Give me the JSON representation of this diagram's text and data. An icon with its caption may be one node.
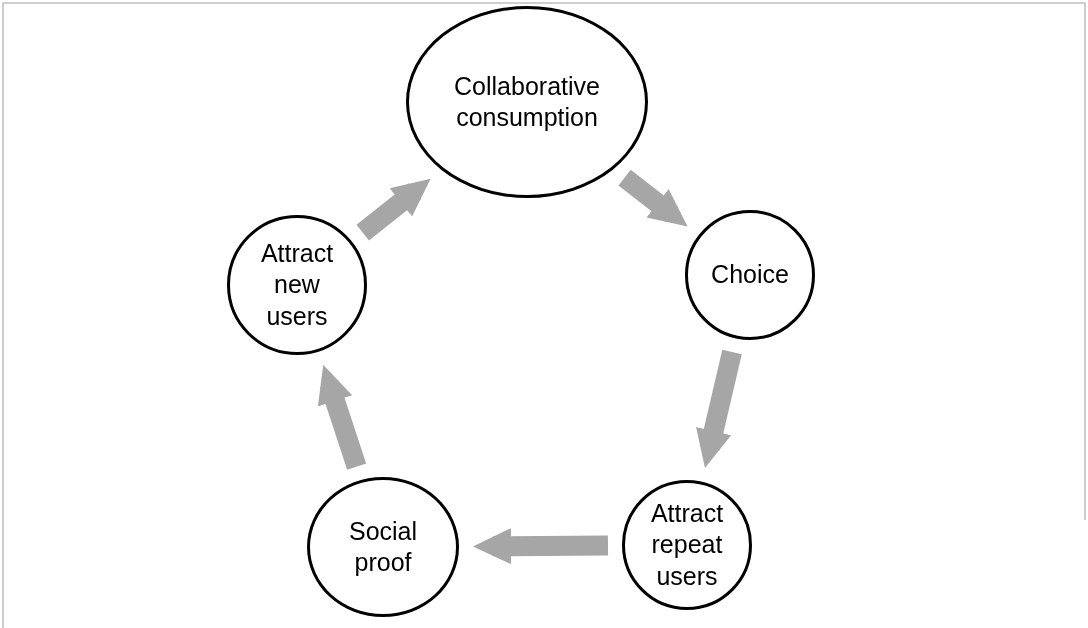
{
  "diagram": {
    "nodes": [
      {
        "text": [
          "Collaborative consumption"
        ]
      },
      {
        "text": [
          "Choice"
        ]
      },
      {
        "text": [
          "Attract repeat users"
        ]
      },
      {
        "text": [
          "Social proof"
        ]
      },
      {
        "text": [
          "Attract new users"
        ]
      }
    ],
    "edges": [
      {
        "from": 0,
        "to": 1,
        "arrow": "to"
      },
      {
        "from": 1,
        "to": 2,
        "arrow": "to"
      },
      {
        "from": 2,
        "to": 3,
        "arrow": "to"
      },
      {
        "from": 3,
        "to": 4,
        "arrow": "to"
      },
      {
        "from": 4,
        "to": 0,
        "arrow": "to"
      }
    ]
  }
}
